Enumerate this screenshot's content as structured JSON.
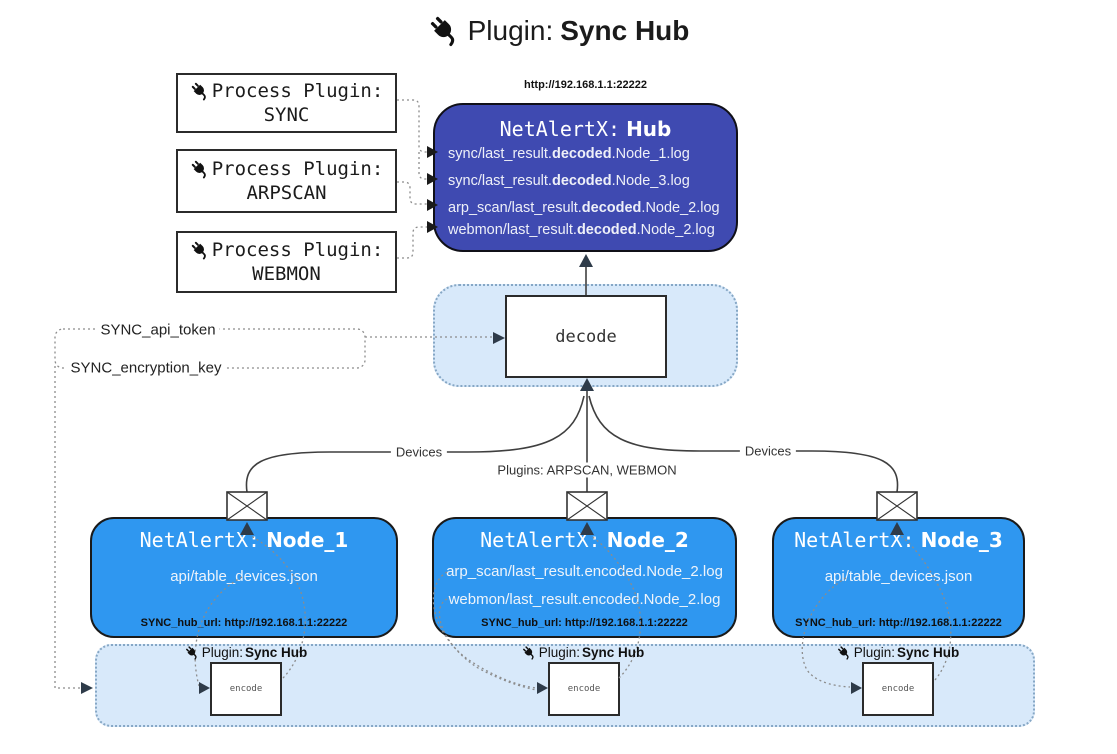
{
  "title": {
    "label": "Plugin:",
    "name": "Sync Hub"
  },
  "process_plugins": [
    {
      "label": "Process Plugin:",
      "name": "SYNC"
    },
    {
      "label": "Process Plugin:",
      "name": "ARPSCAN"
    },
    {
      "label": "Process Plugin:",
      "name": "WEBMON"
    }
  ],
  "hub": {
    "url": "http://192.168.1.1:22222",
    "title_label": "NetAlertX:",
    "title_name": "Hub",
    "logs": [
      {
        "pre": "sync/last_result.",
        "em": "decoded",
        "post": ".Node_1.log"
      },
      {
        "pre": "sync/last_result.",
        "em": "decoded",
        "post": ".Node_3.log"
      },
      {
        "pre": "arp_scan/last_result.",
        "em": "decoded",
        "post": ".Node_2.log"
      },
      {
        "pre": "webmon/last_result.",
        "em": "decoded",
        "post": ".Node_2.log"
      }
    ]
  },
  "decode": {
    "label": "decode"
  },
  "settings": {
    "api_token": "SYNC_api_token",
    "encryption_key": "SYNC_encryption_key"
  },
  "edges": {
    "left": "Devices",
    "center": "Plugins: ARPSCAN, WEBMON",
    "right": "Devices"
  },
  "nodes": [
    {
      "title_label": "NetAlertX:",
      "title_name": "Node_1",
      "files": [
        "api/table_devices.json"
      ],
      "hub_url": "SYNC_hub_url: http://192.168.1.1:22222"
    },
    {
      "title_label": "NetAlertX:",
      "title_name": "Node_2",
      "files": [
        "arp_scan/last_result.encoded.Node_2.log",
        "webmon/last_result.encoded.Node_2.log"
      ],
      "hub_url": "SYNC_hub_url: http://192.168.1.1:22222"
    },
    {
      "title_label": "NetAlertX:",
      "title_name": "Node_3",
      "files": [
        "api/table_devices.json"
      ],
      "hub_url": "SYNC_hub_url: http://192.168.1.1:22222"
    }
  ],
  "encode_band": {
    "plugin_label": "Plugin:",
    "plugin_name": "Sync Hub",
    "encode_label": "encode"
  },
  "colors": {
    "hub_fill": "#3f4ab1",
    "node_fill": "#2f97f0",
    "band_fill": "#d8e9fa",
    "line_dark": "#3f3f3f",
    "arrow_dark": "#2e3b49"
  }
}
